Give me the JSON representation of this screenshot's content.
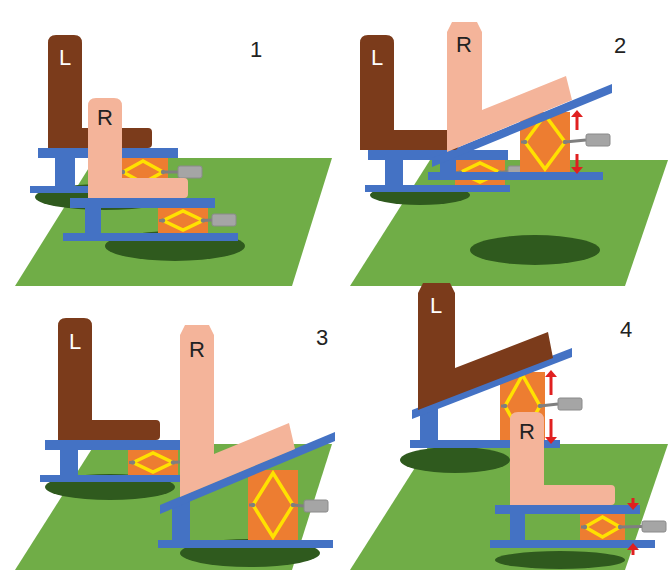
{
  "diagram": {
    "nodes": [
      {
        "text": [
          "L"
        ]
      },
      {
        "text": [
          "R"
        ]
      },
      {
        "text": [
          "L"
        ]
      },
      {
        "text": [
          "R"
        ]
      },
      {
        "text": [
          "L"
        ]
      },
      {
        "text": [
          "R"
        ]
      },
      {
        "text": [
          "L"
        ]
      },
      {
        "text": [
          "R"
        ]
      }
    ],
    "labels": [
      "1",
      "2",
      "3",
      "4"
    ]
  }
}
